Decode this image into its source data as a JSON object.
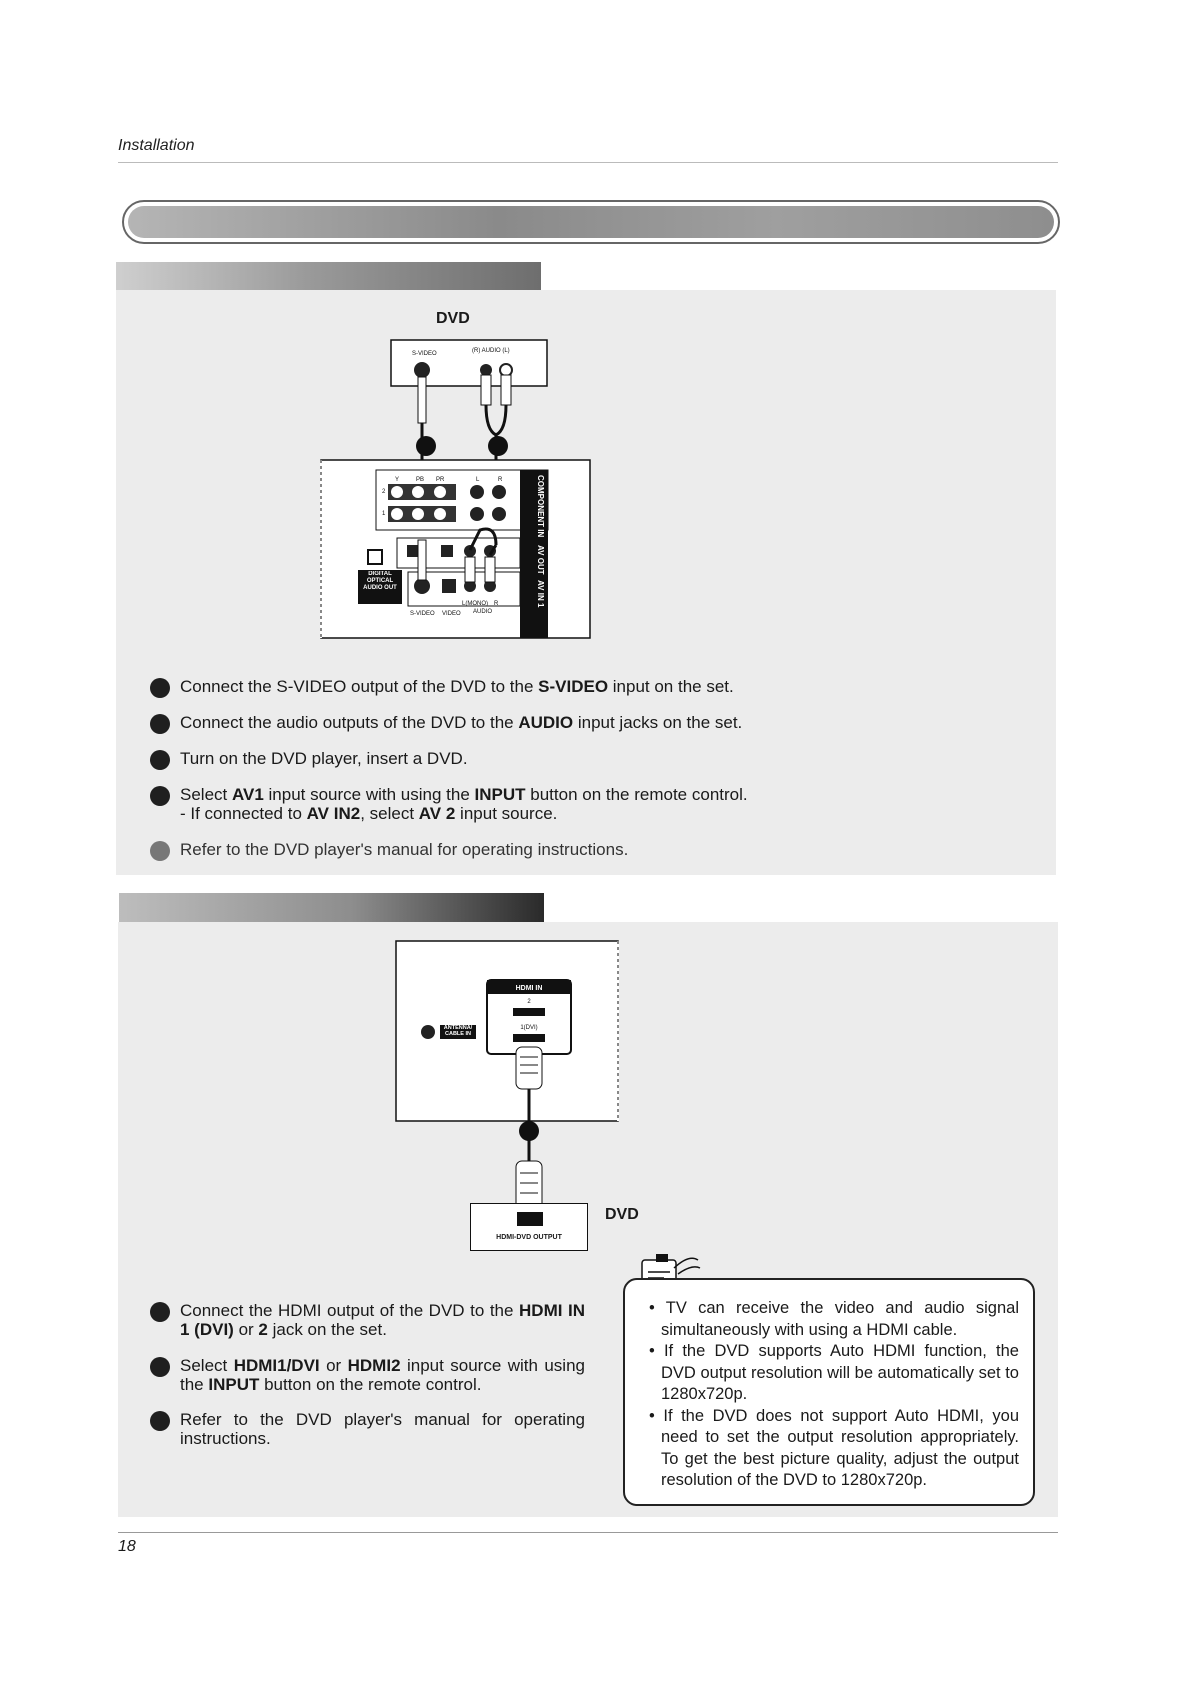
{
  "header": {
    "section": "Installation"
  },
  "section1": {
    "device_label": "DVD",
    "dvd_ports": {
      "svideo": "S-VIDEO",
      "audio": "(R) AUDIO (L)"
    },
    "tv_labels": {
      "component_in": "COMPONENT IN",
      "av_out": "AV OUT",
      "av_in1": "AV IN 1",
      "digital_optical": "DIGITAL OPTICAL AUDIO OUT",
      "svideo": "S-VIDEO",
      "video": "VIDEO",
      "audio": "AUDIO",
      "lmono": "L(MONO)",
      "r": "R",
      "y": "Y",
      "pb": "PB",
      "pr": "PR",
      "l": "L",
      "row2": "2",
      "row1": "1"
    },
    "steps": [
      {
        "pre": "Connect the S-VIDEO output of the DVD to the ",
        "bold": "S-VIDEO",
        "post": " input on the set."
      },
      {
        "pre": "Connect the audio outputs of the DVD to the ",
        "bold": "AUDIO",
        "post": " input jacks on the set."
      },
      {
        "pre": "Turn on the DVD player, insert a DVD.",
        "bold": "",
        "post": ""
      },
      {
        "pre": "Select ",
        "bold": "AV1",
        "mid": " input source with using the ",
        "bold2": "INPUT",
        "post": " button on the remote control."
      }
    ],
    "sub_step": {
      "pre": "- If connected to ",
      "bold": "AV IN2",
      "mid": ", select ",
      "bold2": "AV 2",
      "post": " input source."
    },
    "refer": "Refer to the DVD player's manual for operating instructions."
  },
  "section2": {
    "device_label": "DVD",
    "tv_labels": {
      "hdmi_in": "HDMI IN",
      "two": "2",
      "dvi": "1(DVI)",
      "antenna": "ANTENNA/ CABLE IN"
    },
    "dvd_port": "HDMI-DVD OUTPUT",
    "steps": [
      {
        "pre": "Connect the HDMI output of the DVD to the ",
        "bold": "HDMI IN 1 (DVI)",
        "mid": " or ",
        "bold2": "2",
        "post": " jack on the set."
      },
      {
        "pre": "Select ",
        "bold": "HDMI1/DVI",
        "mid": " or ",
        "bold2": "HDMI2",
        "post": " input source with using the ",
        "bold3": "INPUT",
        "post2": " button on the remote control."
      },
      {
        "pre": "Refer to the DVD player's manual for operating instructions."
      }
    ],
    "notes": [
      "TV can receive the video and audio signal simultaneously with using a HDMI cable.",
      "If the DVD supports Auto HDMI function, the DVD output resolution will be automatically set to 1280x720p.",
      "If the DVD does not support Auto HDMI, you need to set the output resolution appropriately. To get the best picture quality, adjust the output resolution of the DVD to 1280x720p."
    ]
  },
  "footer": {
    "page_number": "18"
  }
}
